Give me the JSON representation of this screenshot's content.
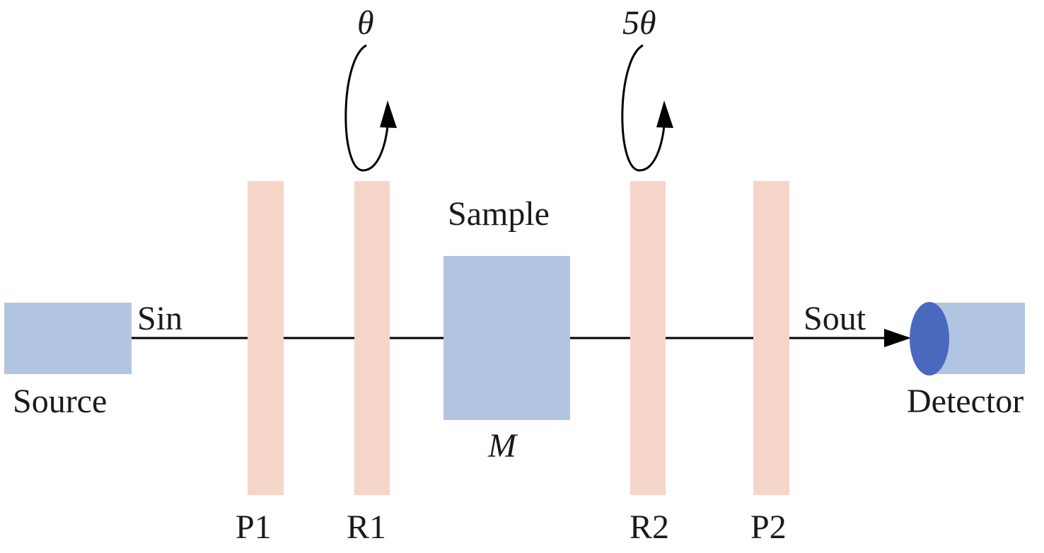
{
  "labels": {
    "source": "Source",
    "detector": "Detector",
    "sin": "Sin",
    "sout": "Sout",
    "sample": "Sample",
    "matrix": "M",
    "p1": "P1",
    "r1": "R1",
    "r2": "R2",
    "p2": "P2",
    "rotation_r1": "θ",
    "rotation_r2": "5θ"
  },
  "colors": {
    "box_blue": "#b1c5e2",
    "plate_pink": "#f6d5c9",
    "detector_lens": "#4b68bf",
    "line": "#000000"
  },
  "icons": {
    "rotation": "curved-rotation-arrow-icon",
    "beam_end": "arrowhead-icon"
  }
}
